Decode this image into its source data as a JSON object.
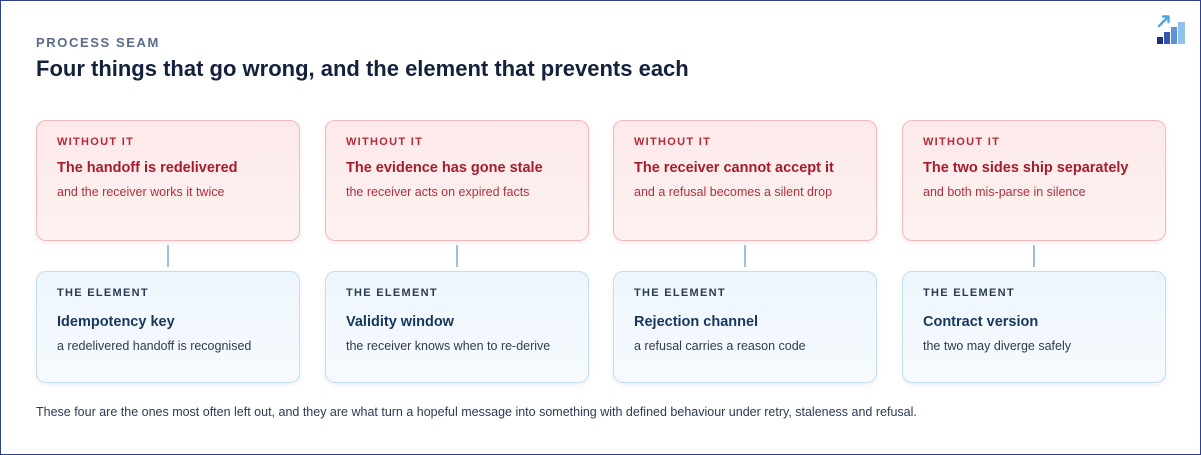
{
  "header": {
    "kicker": "PROCESS SEAM",
    "title": "Four things that go wrong, and the element that prevents each"
  },
  "logo": {
    "icon": "bar-growth-logo-icon"
  },
  "columns": [
    {
      "risk": {
        "tag": "WITHOUT IT",
        "title": "The handoff is redelivered",
        "detail": "and the receiver works it twice"
      },
      "element": {
        "tag": "THE ELEMENT",
        "title": "Idempotency key",
        "detail": "a redelivered handoff is recognised"
      }
    },
    {
      "risk": {
        "tag": "WITHOUT IT",
        "title": "The evidence has gone stale",
        "detail": "the receiver acts on expired facts"
      },
      "element": {
        "tag": "THE ELEMENT",
        "title": "Validity window",
        "detail": "the receiver knows when to re-derive"
      }
    },
    {
      "risk": {
        "tag": "WITHOUT IT",
        "title": "The receiver cannot accept it",
        "detail": "and a refusal becomes a silent drop"
      },
      "element": {
        "tag": "THE ELEMENT",
        "title": "Rejection channel",
        "detail": "a refusal carries a reason code"
      }
    },
    {
      "risk": {
        "tag": "WITHOUT IT",
        "title": "The two sides ship separately",
        "detail": "and both mis-parse in silence"
      },
      "element": {
        "tag": "THE ELEMENT",
        "title": "Contract version",
        "detail": "the two may diverge safely"
      }
    }
  ],
  "footer": {
    "note": "These four are the ones most often left out, and they are what turn a hopeful message into something with defined behaviour under retry, staleness and refusal."
  },
  "colors": {
    "risk_text": "#a51d2b",
    "element_text": "#17365c",
    "border": "#2f3f8f"
  }
}
